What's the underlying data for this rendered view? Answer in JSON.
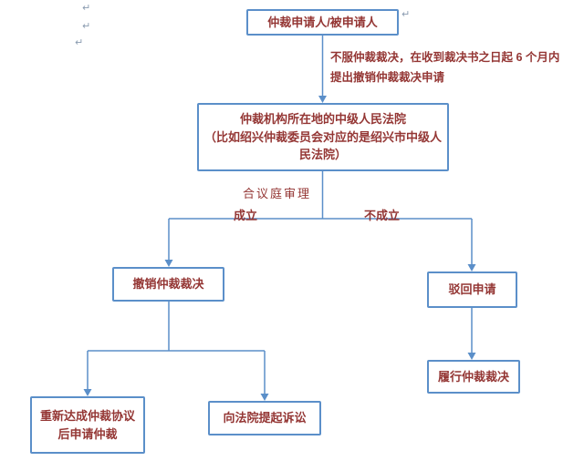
{
  "colors": {
    "line": "#5b8fc9",
    "text": "#943634",
    "mark": "#8a9bb0"
  },
  "diagram": {
    "type": "flowchart",
    "nodes": {
      "applicant": {
        "label": "仲裁申请人/被申请人"
      },
      "court": {
        "line1": "仲裁机构所在地的中级人民法院",
        "line2": "（比如绍兴仲裁委员会对应的是绍兴市中级人民法院）"
      },
      "revoke": {
        "label": "撤销仲裁裁决"
      },
      "reject": {
        "label": "驳回申请"
      },
      "renew": {
        "label": "重新达成仲裁协议后申请仲裁"
      },
      "lawsuit": {
        "label": "向法院提起诉讼"
      },
      "perform": {
        "label": "履行仲裁裁决"
      }
    },
    "labels": {
      "annotation": "不服仲裁裁决，在收到裁决书之日起 6 个月内\n提出撤销仲裁裁决申请",
      "panel": "合议庭审理",
      "established": "成立",
      "not_established": "不成立"
    },
    "edges": [
      {
        "from": "applicant",
        "to": "court",
        "label": "不服仲裁裁决，在收到裁决书之日起 6 个月内提出撤销仲裁裁决申请"
      },
      {
        "from": "court",
        "to": "revoke",
        "label": "合议庭审理 成立"
      },
      {
        "from": "court",
        "to": "reject",
        "label": "合议庭审理 不成立"
      },
      {
        "from": "revoke",
        "to": "renew",
        "label": ""
      },
      {
        "from": "revoke",
        "to": "lawsuit",
        "label": ""
      },
      {
        "from": "reject",
        "to": "perform",
        "label": ""
      }
    ],
    "marks": {
      "return_mark": "↵"
    }
  }
}
